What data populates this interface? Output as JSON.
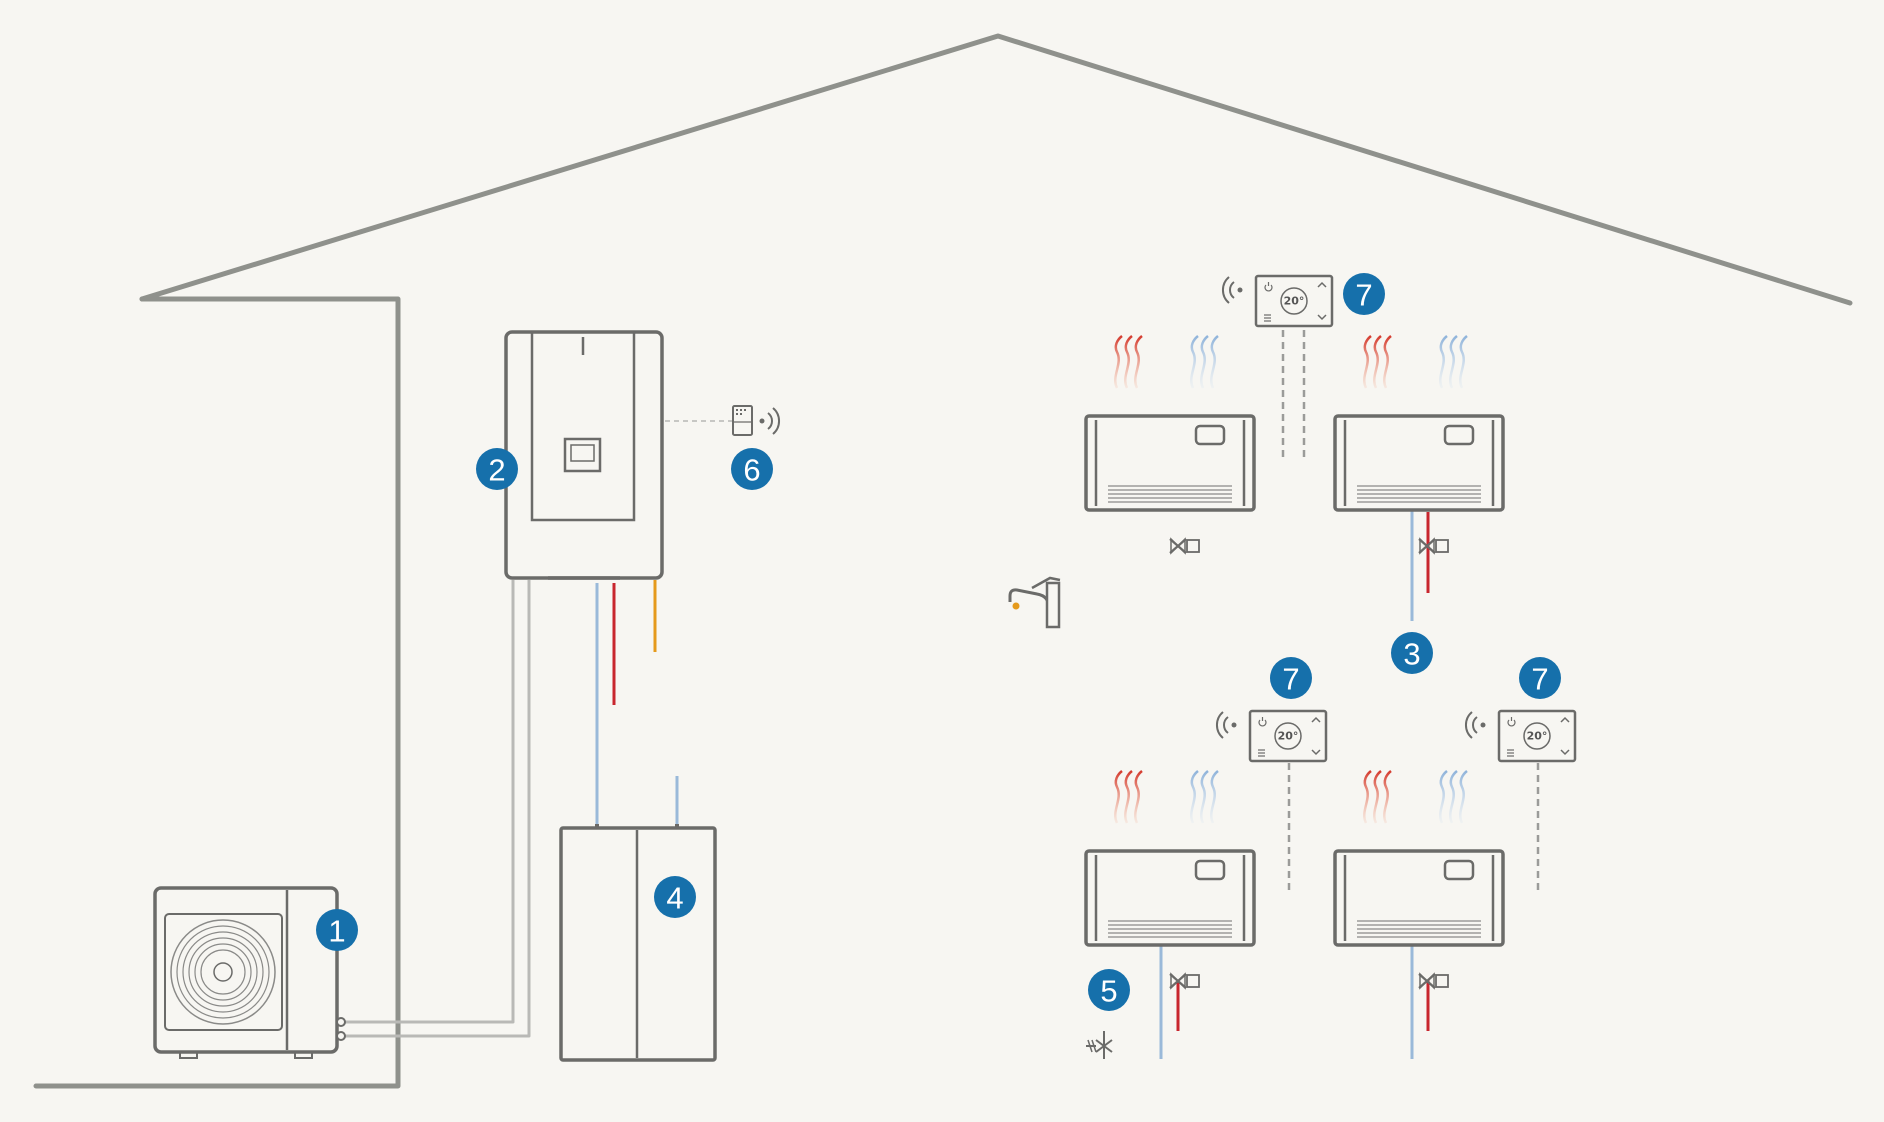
{
  "diagram": {
    "components": [
      {
        "number": "1",
        "kind": "outdoor-heat-pump-unit"
      },
      {
        "number": "2",
        "kind": "indoor-hydraulic-module"
      },
      {
        "number": "3",
        "kind": "fan-coil-distribution-circuit"
      },
      {
        "number": "4",
        "kind": "buffer-tank"
      },
      {
        "number": "5",
        "kind": "fill-valve"
      },
      {
        "number": "6",
        "kind": "wireless-gateway"
      },
      {
        "number": "7",
        "kind": "room-thermostat"
      }
    ],
    "thermostat_display": "20°",
    "colors": {
      "badge": "#1670ab",
      "flow_pipe": "#c8262e",
      "return_pipe": "#9ab9d9",
      "hot_water_pipe": "#e59a1c",
      "refrigerant_pipe": "#b9b9b6",
      "house_outline": "#8f918c",
      "device_outline": "#6b6b69"
    },
    "icons": [
      "fan-icon",
      "faucet-icon",
      "wifi-icon",
      "heat-wave-icon",
      "cool-wave-icon",
      "valve-icon",
      "power-icon",
      "menu-icon"
    ]
  }
}
